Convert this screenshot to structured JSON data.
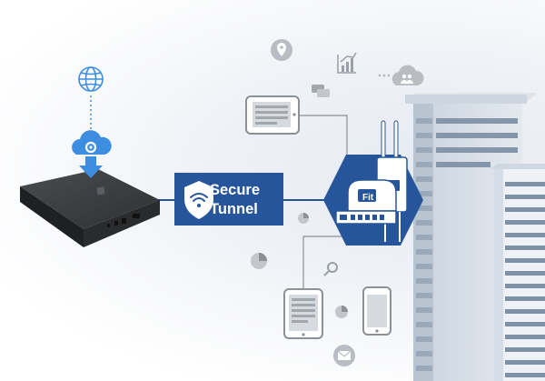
{
  "tunnel": {
    "line1": "Secure",
    "line2": "Tunnel"
  },
  "device_label": "Fit",
  "colors": {
    "brand_blue": "#26559c",
    "icon_blue": "#3d8ee0",
    "icon_gray": "#9aa0a8",
    "line_gray": "#8c9097",
    "building_stripe": "#7f91a4",
    "box_black": "#2a2b2d"
  },
  "icons": [
    "globe-icon",
    "cloud-settings-icon",
    "download-arrow-icon",
    "vpn-box",
    "shield-wifi-icon",
    "hexagon-router",
    "wifi-device",
    "tablet-icon",
    "phone-icon",
    "chat-icon",
    "pie-chart-icon",
    "magnifier-icon",
    "mail-icon",
    "location-icon",
    "bar-chart-icon",
    "cloud-users-icon",
    "office-building"
  ]
}
